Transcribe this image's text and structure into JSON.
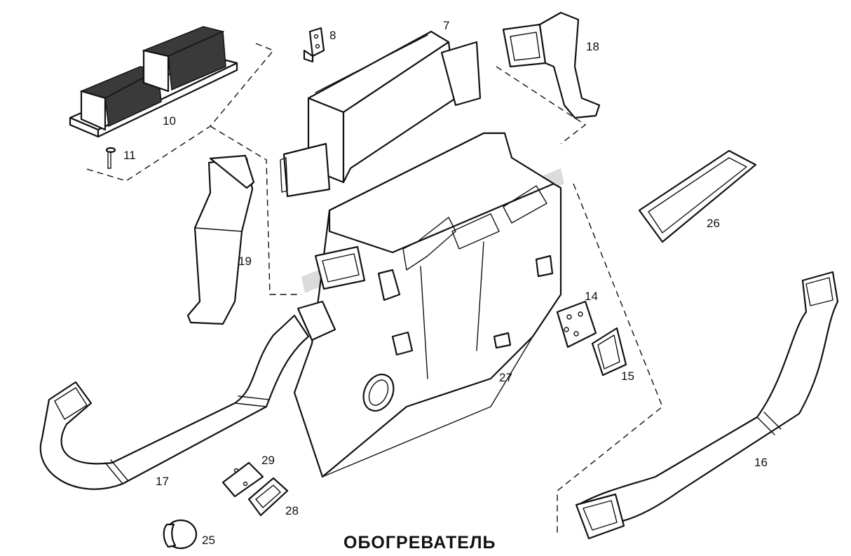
{
  "title": "ОБОГРЕВАТЕЛЬ",
  "callouts": {
    "p7": "7",
    "p8": "8",
    "p10": "10",
    "p11": "11",
    "p14": "14",
    "p15": "15",
    "p16": "16",
    "p17": "17",
    "p18": "18",
    "p19": "19",
    "p25": "25",
    "p26": "26",
    "p27": "27",
    "p28": "28",
    "p29": "29"
  }
}
